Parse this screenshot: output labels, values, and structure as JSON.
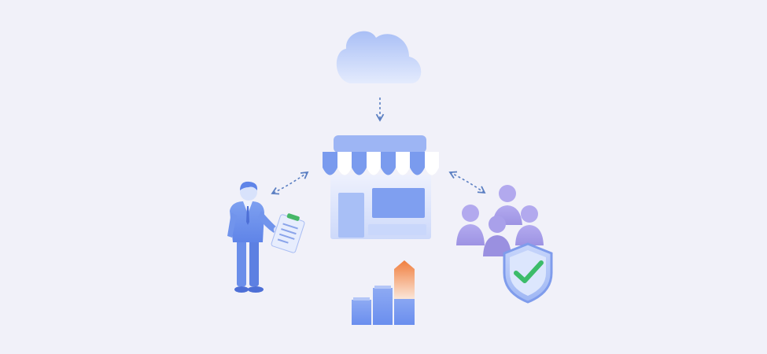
{
  "illustration": {
    "nodes": [
      "cloud",
      "store",
      "businessman",
      "customers",
      "security-shield",
      "bar-chart"
    ],
    "connectors": [
      {
        "from": "cloud",
        "to": "store",
        "style": "dashed",
        "direction": "one-way"
      },
      {
        "from": "store",
        "to": "businessman",
        "style": "dashed",
        "direction": "two-way"
      },
      {
        "from": "store",
        "to": "customers",
        "style": "dashed",
        "direction": "two-way"
      }
    ],
    "colors": {
      "background": "#f1f1f9",
      "primary_blue": "#6f92ee",
      "light_blue": "#c5d4fa",
      "purple": "#a9a0ea",
      "orange_accent": "#f08a4b",
      "check_green": "#3cbc6a",
      "connector": "#5b7fc2"
    },
    "icons": [
      "cloud-icon",
      "storefront-icon",
      "businessman-icon",
      "clipboard-icon",
      "people-group-icon",
      "shield-check-icon",
      "bar-chart-icon"
    ]
  }
}
